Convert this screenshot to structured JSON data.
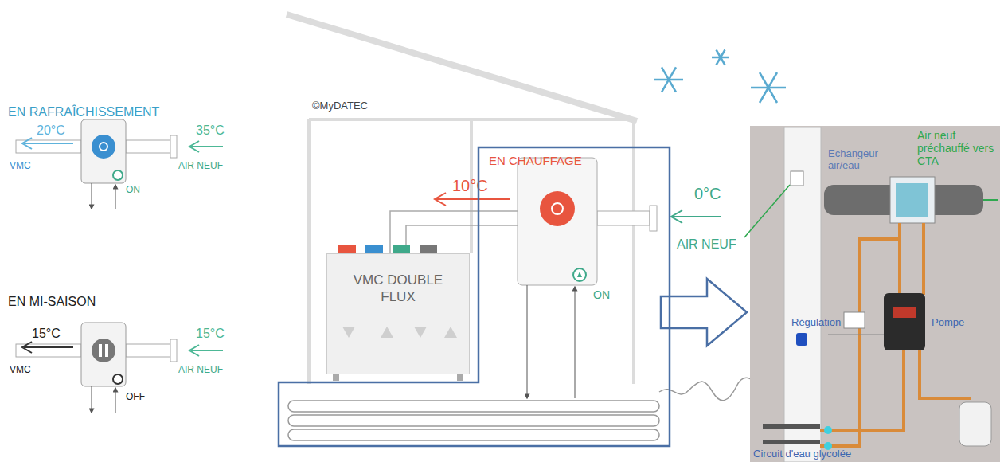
{
  "diagram": {
    "nodes": [
      {
        "text": [
          "EN CHAUFFAGE"
        ]
      },
      {
        "text": [
          "VMC DOUBLE FLUX"
        ]
      }
    ],
    "labels": [
      "EN RAFRAÎCHISSEMENT",
      "20°C",
      "35°C",
      "VMC",
      "AIR NEUF",
      "ON",
      "EN MI-SAISON",
      "15°C",
      "15°C",
      "VMC",
      "AIR NEUF",
      "OFF",
      "©MyDATEC",
      "10°C",
      "0°C",
      "AIR NEUF",
      "ON",
      "Air neuf préchauffé vers CTA",
      "Echangeur air/eau",
      "Régulation",
      "Pompe",
      "Circuit d'eau glycolée"
    ]
  }
}
